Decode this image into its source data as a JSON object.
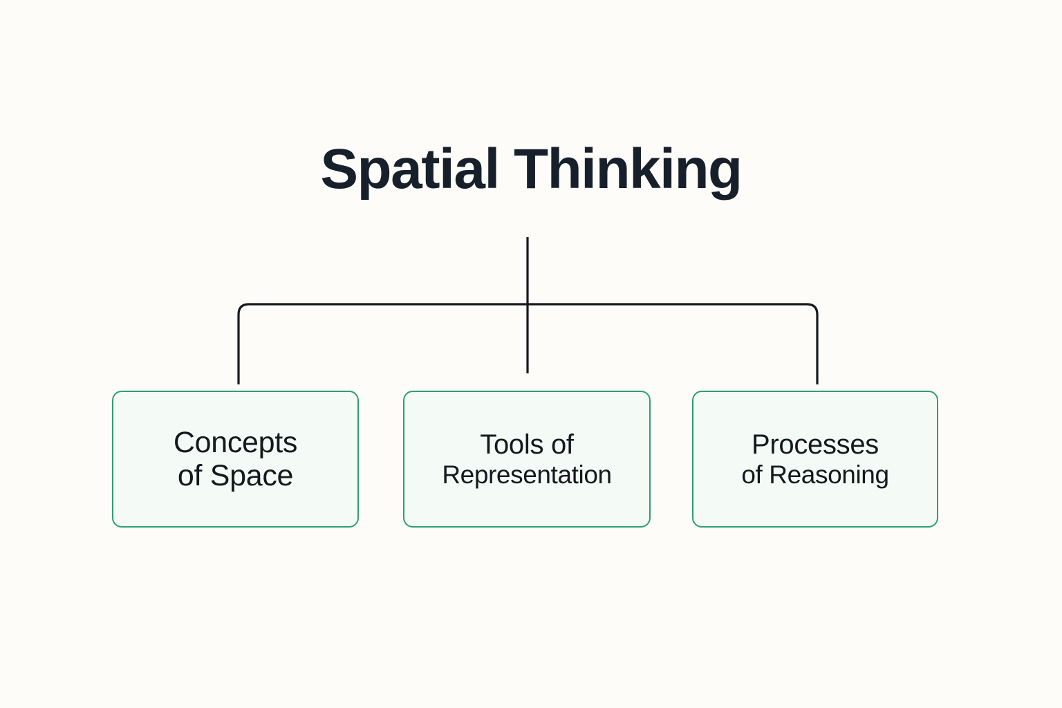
{
  "diagram": {
    "type": "hierarchy-tree",
    "title": "Spatial Thinking",
    "background_color": "#fdfcf9",
    "title_color": "#17202a",
    "connector_color": "#15191e",
    "node_border_color": "#2e9e74",
    "node_fill_color": "#f4faf6",
    "node_text_color": "#15191e",
    "nodes": [
      {
        "id": "concepts-of-space",
        "line1": "Concepts",
        "line2": "of Space"
      },
      {
        "id": "tools-of-representation",
        "line1": "Tools of",
        "line2": "Representation"
      },
      {
        "id": "processes-of-reasoning",
        "line1": "Processes",
        "line2": "of Reasoning"
      }
    ]
  }
}
